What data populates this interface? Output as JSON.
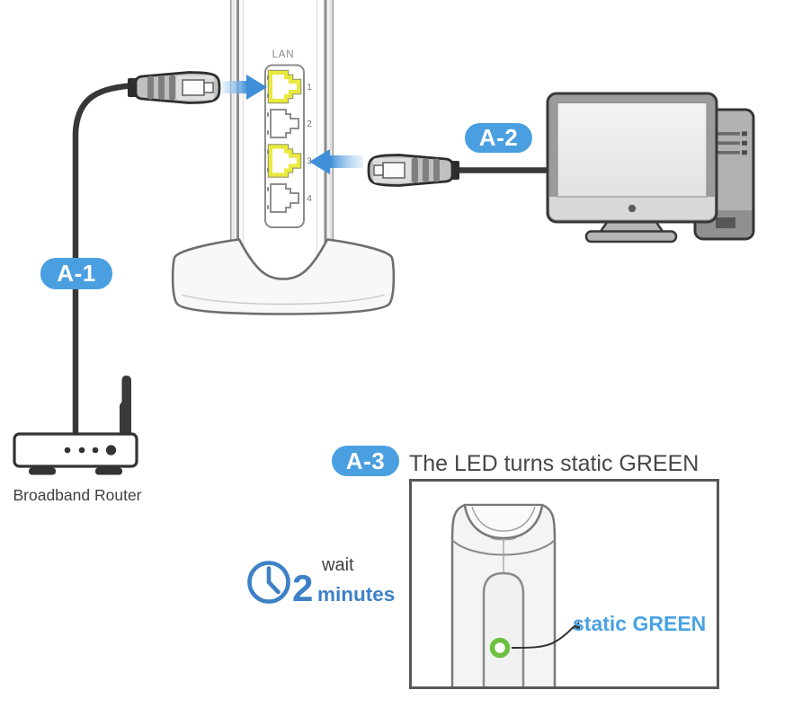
{
  "colors": {
    "badge_blue": "#4a9fe0",
    "deep_blue": "#3d80c6",
    "led_green": "#6cc13f",
    "port_yellow": "#e9e93f",
    "outline_dark": "#3a3a3a",
    "text_dark": "#454545"
  },
  "tower": {
    "panel_label": "LAN",
    "ports": [
      {
        "number": "1",
        "highlighted": true
      },
      {
        "number": "2",
        "highlighted": false
      },
      {
        "number": "3",
        "highlighted": true
      },
      {
        "number": "4",
        "highlighted": false
      }
    ]
  },
  "steps": {
    "a1": {
      "badge": "A-1",
      "target_label": "Broadband Router"
    },
    "a2": {
      "badge": "A-2"
    },
    "a3": {
      "badge": "A-3",
      "title": "The LED turns static GREEN",
      "led_label": "static GREEN"
    }
  },
  "wait": {
    "label": "wait",
    "value": "2",
    "unit": "minutes"
  }
}
